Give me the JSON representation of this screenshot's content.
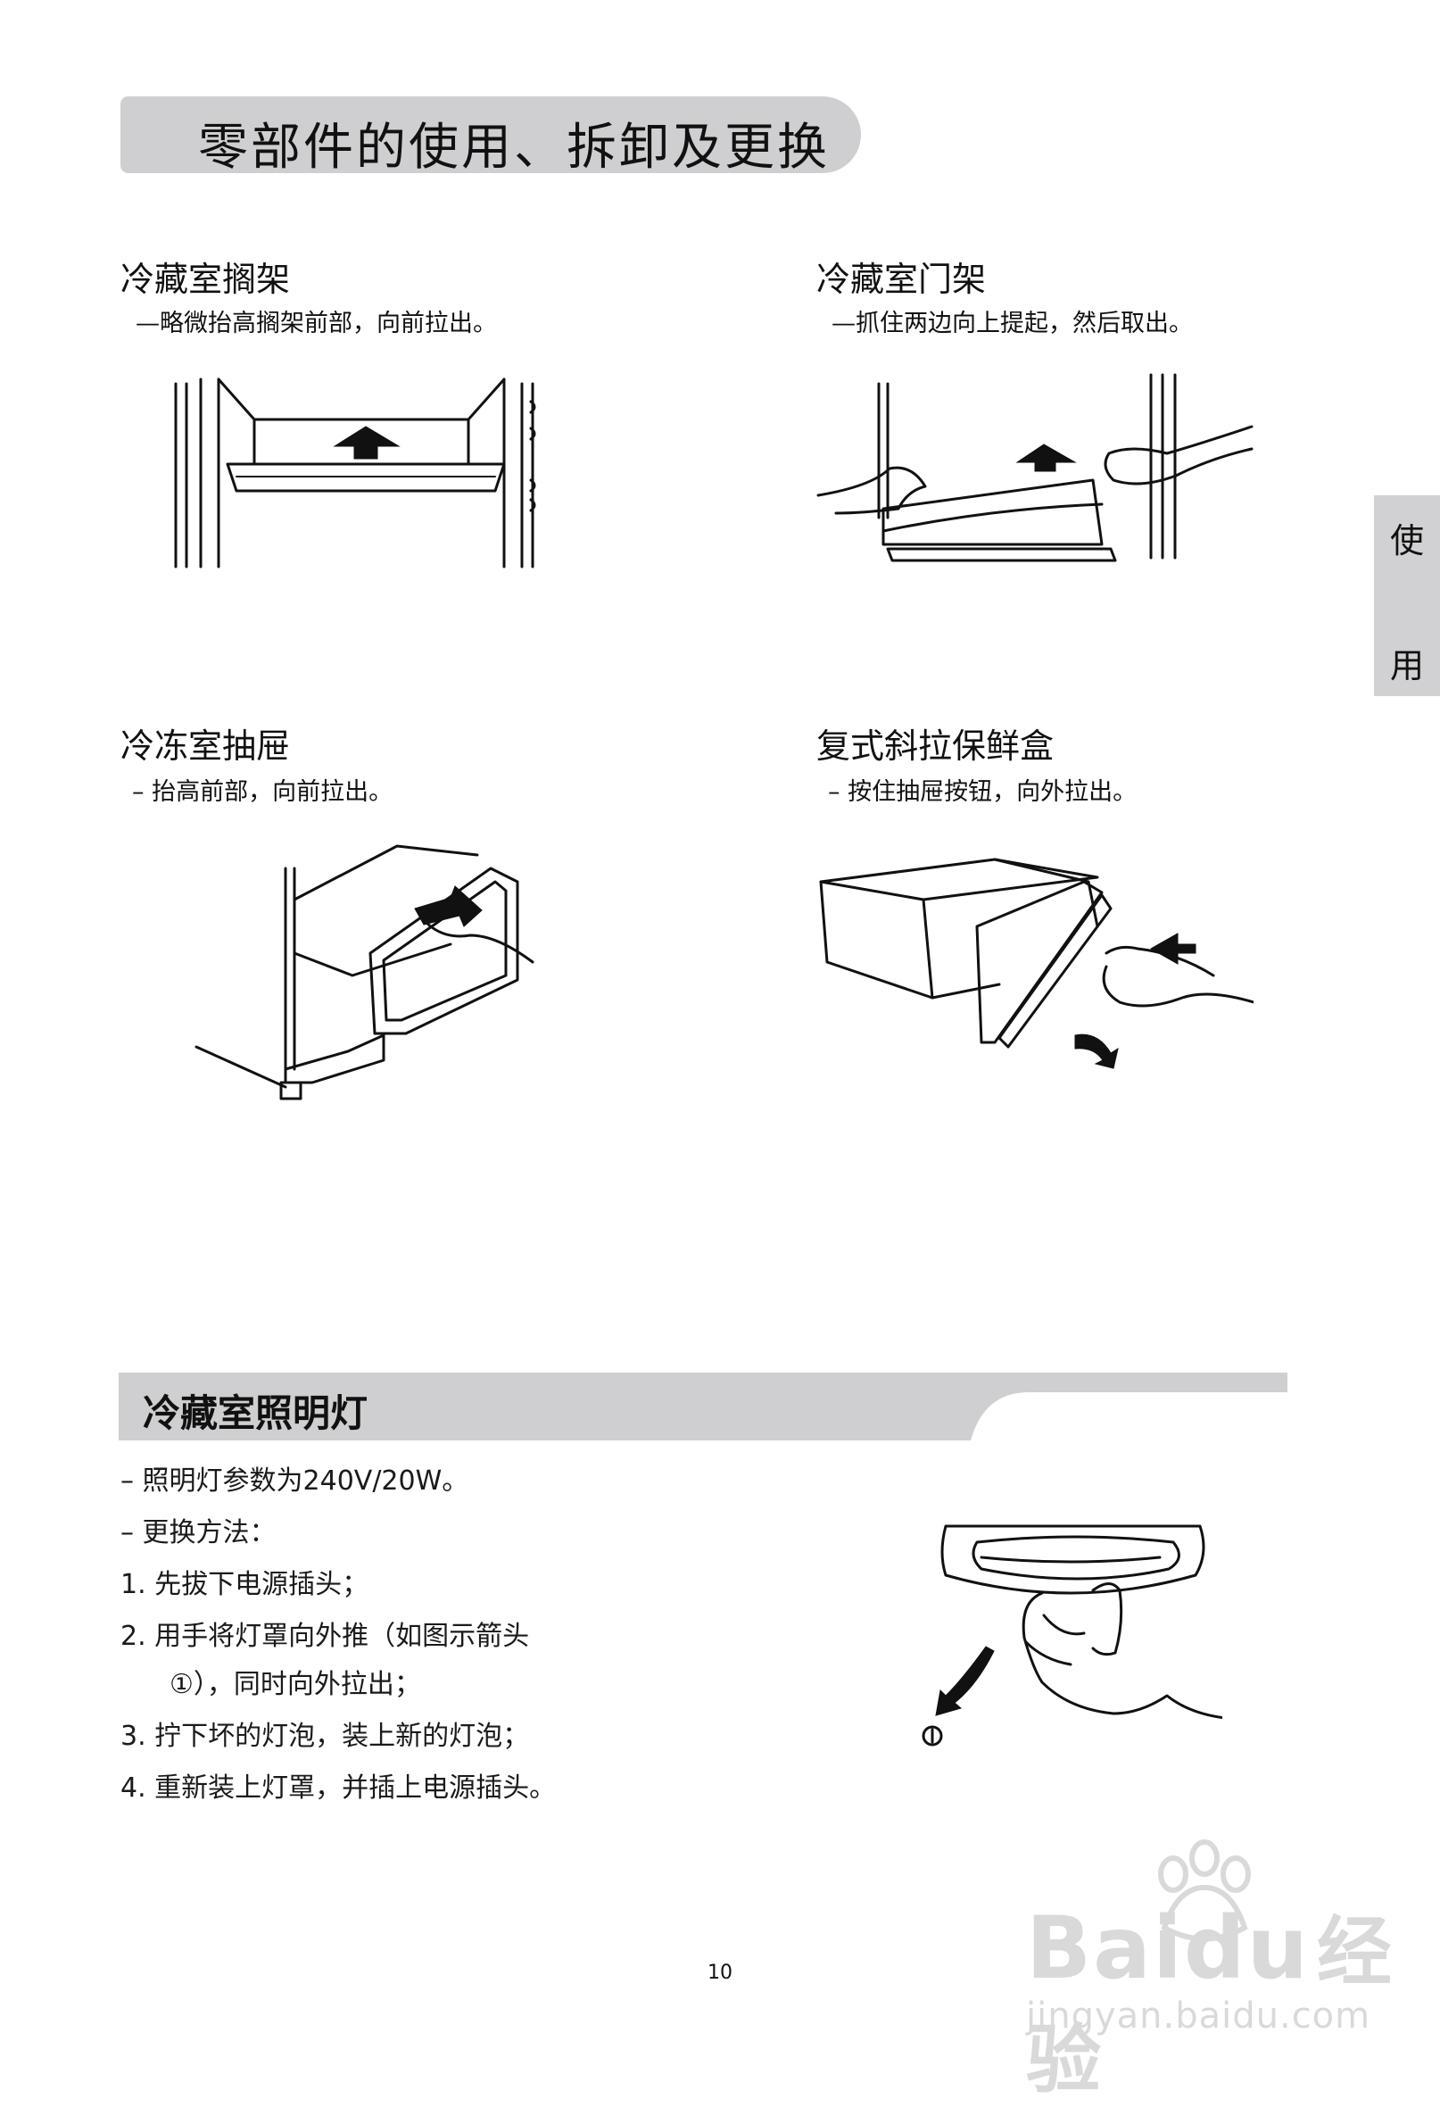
{
  "page_title": "零部件的使用、拆卸及更换",
  "side_tab": [
    "使",
    "用"
  ],
  "sections": [
    {
      "title": "冷藏室搁架",
      "desc": "—略微抬高搁架前部，向前拉出。"
    },
    {
      "title": "冷藏室门架",
      "desc": "—抓住两边向上提起，然后取出。"
    },
    {
      "title": "冷冻室抽屉",
      "desc": "– 抬高前部，向前拉出。"
    },
    {
      "title": "复式斜拉保鲜盒",
      "desc": "– 按住抽屉按钮，向外拉出。"
    }
  ],
  "lamp": {
    "title": "冷藏室照明灯",
    "lines": [
      "– 照明灯参数为240V/20W。",
      "– 更换方法：",
      "1. 先拔下电源插头；",
      "2. 用手将灯罩向外推（如图示箭头",
      "①），同时向外拉出；",
      "3. 拧下坏的灯泡，装上新的灯泡；",
      "4. 重新装上灯罩，并插上电源插头。"
    ],
    "figure_label": "①"
  },
  "page_number": "10",
  "watermark": {
    "brand": "Bai",
    "brand2": "du",
    "cn": "经验",
    "url": "jingyan.baidu.com"
  },
  "colors": {
    "header_bar": "#cfcfd1",
    "text": "#111111",
    "watermark": "#d9d9d9"
  }
}
